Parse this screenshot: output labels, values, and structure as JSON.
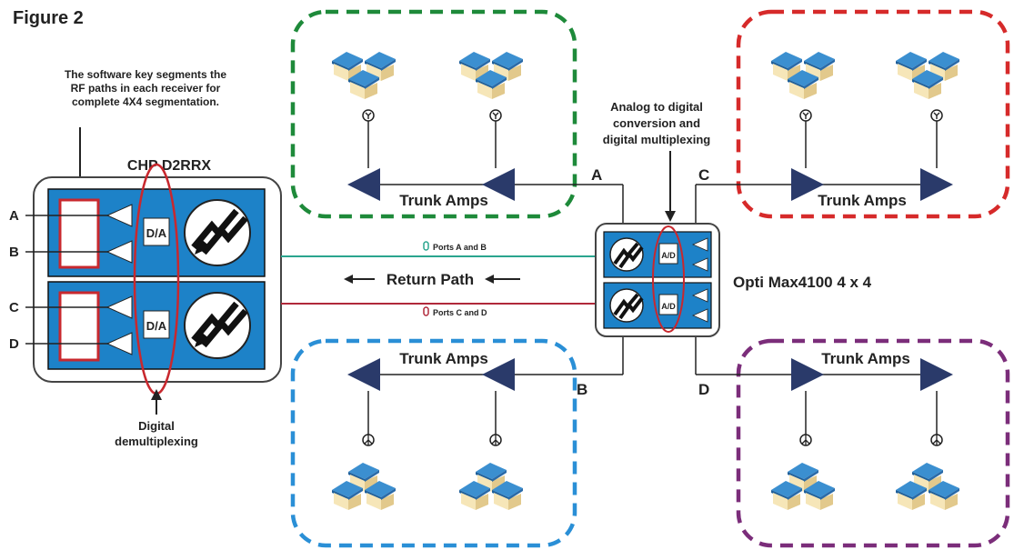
{
  "figure_label": "Figure 2",
  "annotation_software_key": [
    "The software key segments the",
    "RF paths in each receiver for",
    "complete 4X4 segmentation."
  ],
  "annotation_analog_digital": [
    "Analog to digital",
    "conversion and",
    "digital multiplexing"
  ],
  "annotation_demux": [
    "Digital",
    "demultiplexing"
  ],
  "receiver": {
    "title": "CHP D2RRX",
    "port_labels": [
      "A",
      "B",
      "C",
      "D"
    ],
    "converter_label": "D/A"
  },
  "transmitter": {
    "title": "Opti Max4100 4 x 4",
    "converter_label": "A/D"
  },
  "return_path": {
    "label": "Return Path",
    "ports_ab": "Ports A and B",
    "ports_cd": "Ports C and D"
  },
  "branches": {
    "a": {
      "letter": "A",
      "amps_label": "Trunk Amps"
    },
    "b": {
      "letter": "B",
      "amps_label": "Trunk Amps"
    },
    "c": {
      "letter": "C",
      "amps_label": "Trunk Amps"
    },
    "d": {
      "letter": "D",
      "amps_label": "Trunk Amps"
    }
  },
  "colors": {
    "group_a": "#1e8a3a",
    "group_b": "#2a8fd6",
    "group_c": "#d62a2a",
    "group_d": "#7b2d7a",
    "device_blue": "#1d82c8",
    "amp_navy": "#2a3a6a",
    "return_ab": "#2aa58e",
    "return_cd": "#b0283a",
    "red_outline": "#c8282e"
  }
}
